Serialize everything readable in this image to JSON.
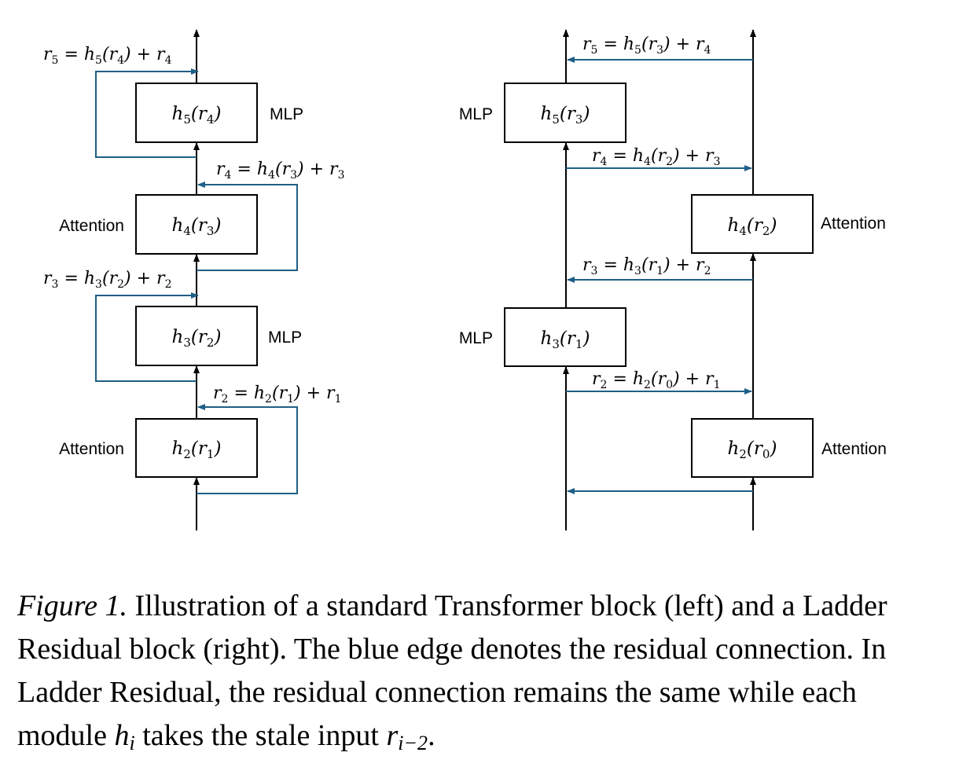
{
  "colors": {
    "residual_edge": "#1f5f86",
    "lines": "#000000"
  },
  "left": {
    "layers": [
      {
        "box": "h5(r4)",
        "module": "MLP",
        "equation": "r5 = h5(r4) + r4"
      },
      {
        "box": "h4(r3)",
        "module": "Attention",
        "equation": "r4 = h4(r3) + r3"
      },
      {
        "box": "h3(r2)",
        "module": "MLP",
        "equation": "r3 = h3(r2) + r2"
      },
      {
        "box": "h2(r1)",
        "module": "Attention",
        "equation": "r2 = h2(r1) + r1"
      }
    ]
  },
  "right": {
    "layers": [
      {
        "box": "h5(r3)",
        "module": "MLP",
        "equation": "r5 = h5(r3) + r4"
      },
      {
        "box": "h4(r2)",
        "module": "Attention",
        "equation": "r4 = h4(r2) + r3"
      },
      {
        "box": "h3(r1)",
        "module": "MLP",
        "equation": "r3 = h3(r1) + r2"
      },
      {
        "box": "h2(r0)",
        "module": "Attention",
        "equation": "r2 = h2(r0) + r1"
      }
    ]
  },
  "caption": {
    "figure_label": "Figure 1.",
    "text_1": "Illustration of a standard Transformer block (left) and a Ladder Residual block (right). The blue edge denotes the residual connection. In Ladder Residual, the residual connection remains the same while each module",
    "module_symbol": "h",
    "module_sub": "i",
    "text_2": "takes the stale input",
    "input_symbol": "r",
    "input_sub": "i−2",
    "text_end": "."
  }
}
